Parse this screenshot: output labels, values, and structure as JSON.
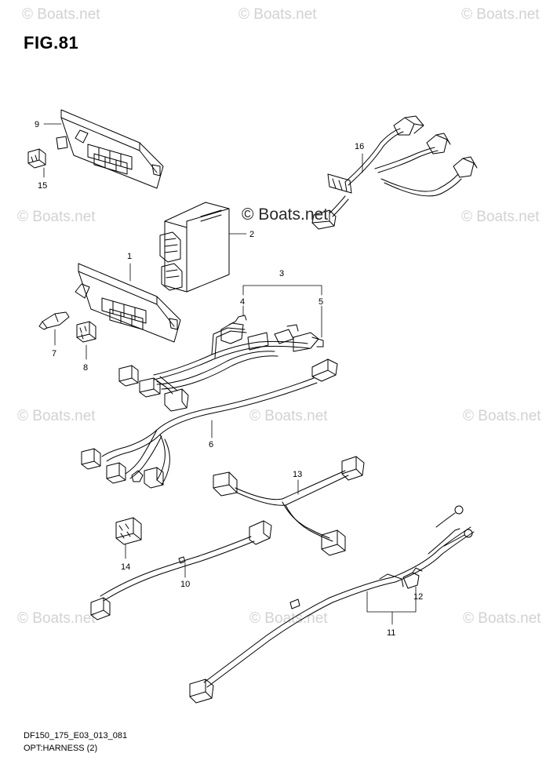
{
  "figure": {
    "title": "FIG.81"
  },
  "watermarks": {
    "tile_text": "© Boats.net",
    "center_text": "© Boats.net"
  },
  "callouts": {
    "c1": "1",
    "c2": "2",
    "c3": "3",
    "c4": "4",
    "c5": "5",
    "c6": "6",
    "c7": "7",
    "c8": "8",
    "c9": "9",
    "c10": "10",
    "c11": "11",
    "c12": "12",
    "c13": "13",
    "c14": "14",
    "c15": "15",
    "c16": "16"
  },
  "footer": {
    "code": "DF150_175_E03_013_081",
    "name": "OPT:HARNESS (2)"
  },
  "colors": {
    "line": "#000000",
    "watermark": "#d2d2d2",
    "background": "#ffffff"
  }
}
